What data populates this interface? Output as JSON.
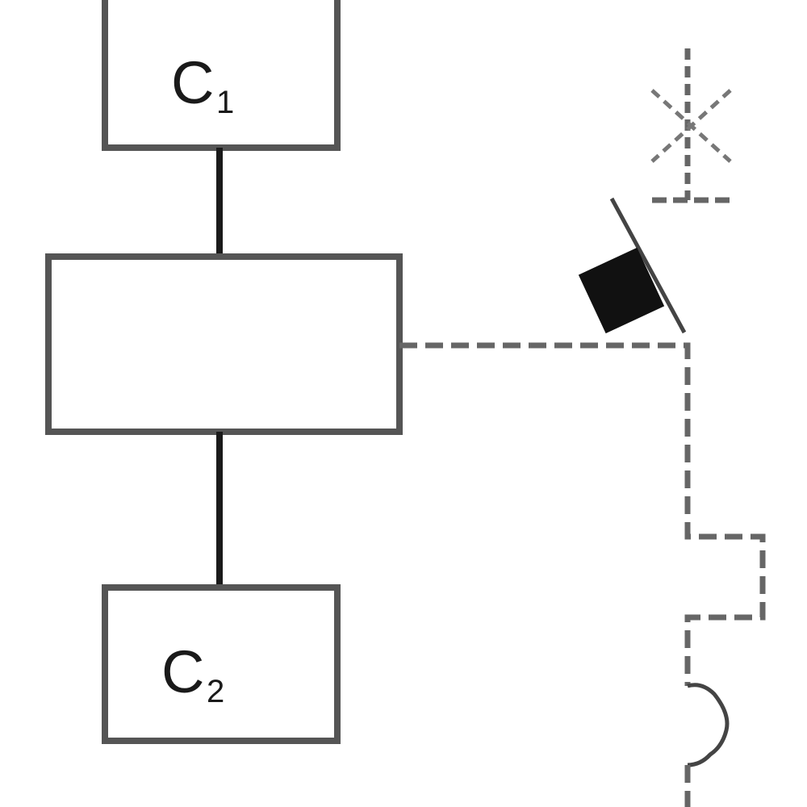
{
  "diagram": {
    "top_box": {
      "letter": "C",
      "subscript": "1"
    },
    "bottom_box": {
      "letter": "C",
      "subscript": "2"
    },
    "center_box": {
      "label": ""
    },
    "colors": {
      "line": "#1a1a1a",
      "box_stroke": "#555555",
      "dashed": "#666666",
      "fill": "#111111"
    }
  }
}
